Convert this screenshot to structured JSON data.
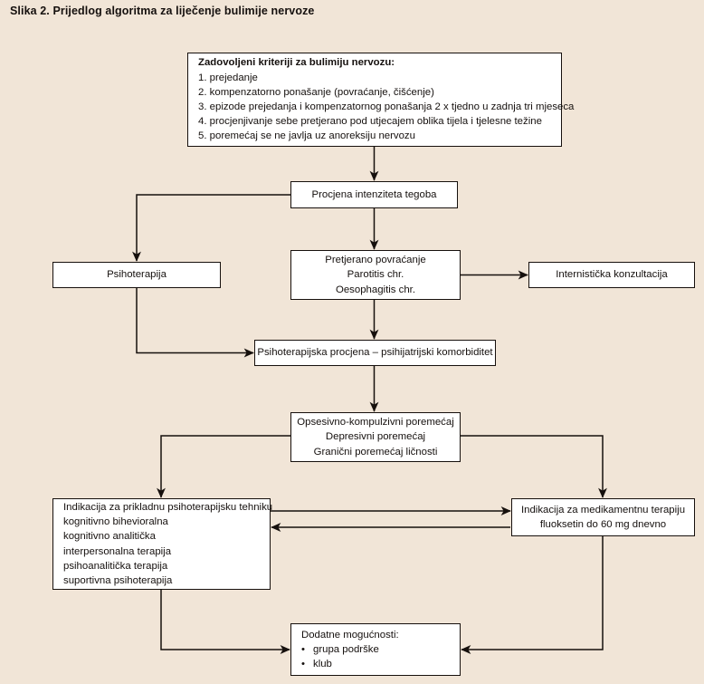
{
  "figure": {
    "caption": "Slika 2. Prijedlog algoritma za liječenje bulimije nervoze",
    "background_color": "#f1e5d7",
    "box_fill_color": "#ffffff",
    "line_color": "#16100d"
  },
  "nodes": {
    "criteria": {
      "title": "Zadovoljeni kriteriji za bulimiju nervozu:",
      "items": [
        "1. prejedanje",
        "2. kompenzatorno ponašanje (povraćanje, čišćenje)",
        "3. epizode prejedanja i kompenzatornog ponašanja 2 x tjedno u zadnja tri mjeseca",
        "4. procjenjivanje sebe pretjerano pod utjecajem oblika tijela i tjelesne težine",
        "5. poremećaj se ne javlja uz anoreksiju nervozu"
      ]
    },
    "procjena": {
      "lines": [
        "Procjena intenziteta tegoba"
      ]
    },
    "psihoterapija": {
      "lines": [
        "Psihoterapija"
      ]
    },
    "povracanje": {
      "lines": [
        "Pretjerano povraćanje",
        "Parotitis chr.",
        "Oesophagitis chr."
      ]
    },
    "internisticka": {
      "lines": [
        "Internistička konzultacija"
      ]
    },
    "psiho_procjena": {
      "lines": [
        "Psihoterapijska procjena – psihijatrijski komorbiditet"
      ]
    },
    "opsesivno": {
      "lines": [
        "Opsesivno-kompulzivni poremećaj",
        "Depresivni poremećaj",
        "Granični poremećaj ličnosti"
      ]
    },
    "indikacija_psiho": {
      "lines": [
        "Indikacija za prikladnu psihoterapijsku tehniku",
        "kognitivno bihevioralna",
        "kognitivno analitička",
        "interpersonalna terapija",
        "psihoanalitička terapija",
        "suportivna psihoterapija"
      ]
    },
    "indikacija_med": {
      "lines": [
        "Indikacija za medikamentnu terapiju",
        "fluoksetin do 60 mg dnevno"
      ]
    },
    "dodatne": {
      "title": "Dodatne mogućnosti:",
      "items": [
        "grupa podrške",
        "klub"
      ]
    }
  },
  "edges": [
    {
      "from": "criteria",
      "to": "procjena",
      "style": "vertical-arrow"
    },
    {
      "from": "procjena",
      "to": "psihoterapija",
      "style": "left-down-arrow"
    },
    {
      "from": "procjena",
      "to": "povracanje",
      "style": "vertical-arrow"
    },
    {
      "from": "povracanje",
      "to": "internisticka",
      "style": "horizontal-right-arrow"
    },
    {
      "from": "povracanje",
      "to": "psiho_procjena",
      "style": "vertical-arrow"
    },
    {
      "from": "psihoterapija",
      "to": "psiho_procjena",
      "style": "down-right-arrow"
    },
    {
      "from": "psiho_procjena",
      "to": "opsesivno",
      "style": "vertical-arrow"
    },
    {
      "from": "opsesivno",
      "to": "indikacija_psiho",
      "style": "left-down-arrow"
    },
    {
      "from": "opsesivno",
      "to": "indikacija_med",
      "style": "right-down-arrow"
    },
    {
      "from": "indikacija_psiho",
      "to": "indikacija_med",
      "style": "horizontal-right-arrow"
    },
    {
      "from": "indikacija_med",
      "to": "indikacija_psiho",
      "style": "horizontal-left-arrow"
    },
    {
      "from": "indikacija_psiho",
      "to": "dodatne",
      "style": "down-right-arrow"
    },
    {
      "from": "indikacija_med",
      "to": "dodatne",
      "style": "down-left-arrow"
    }
  ]
}
